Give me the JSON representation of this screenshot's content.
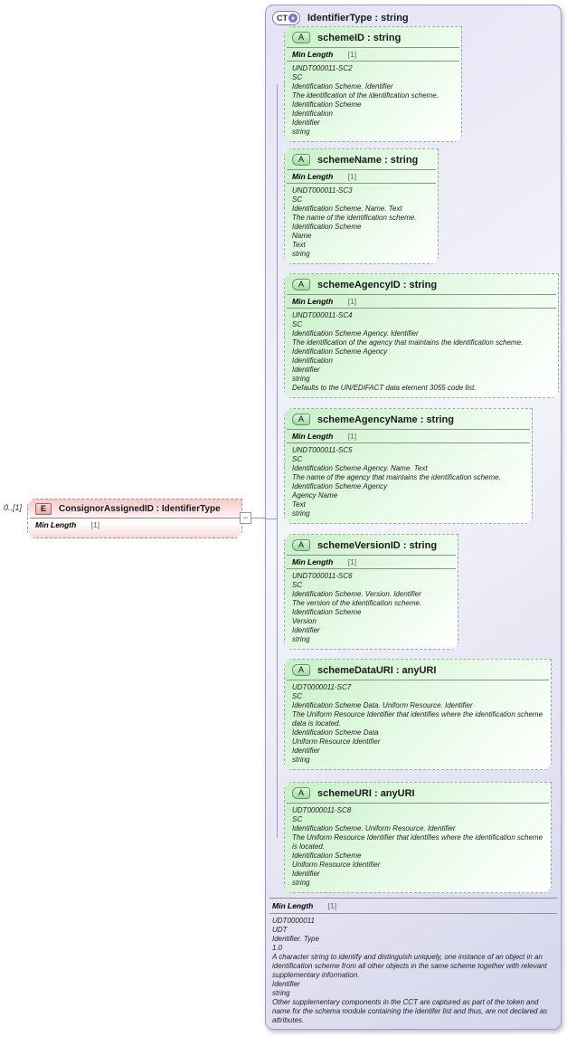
{
  "element": {
    "badge": "E",
    "title": "ConsignorAssignedID : IdentifierType",
    "cardinality": "0..[1]",
    "facet": {
      "name": "Min Length",
      "value": "[1]"
    },
    "collapse_icon": "−"
  },
  "complex_type": {
    "badge": "CT",
    "plus_icon": "+",
    "title": "IdentifierType : string",
    "attributes": [
      {
        "badge": "A",
        "title": "schemeID : string",
        "facet": {
          "name": "Min Length",
          "value": "[1]"
        },
        "annotation": [
          "UNDT000011-SC2",
          "SC",
          "Identification Scheme. Identifier",
          "The identification of the identification scheme.",
          "Identification Scheme",
          "Identification",
          "Identifier",
          "string"
        ]
      },
      {
        "badge": "A",
        "title": "schemeName : string",
        "facet": {
          "name": "Min Length",
          "value": "[1]"
        },
        "annotation": [
          "UNDT000011-SC3",
          "SC",
          "Identification Scheme. Name. Text",
          "The name of the identification scheme.",
          "Identification Scheme",
          "Name",
          "Text",
          "string"
        ]
      },
      {
        "badge": "A",
        "title": "schemeAgencyID : string",
        "facet": {
          "name": "Min Length",
          "value": "[1]"
        },
        "annotation": [
          "UNDT000011-SC4",
          "SC",
          "Identification Scheme Agency. Identifier",
          "The identification of the agency that maintains the identification scheme.",
          "Identification Scheme Agency",
          "Identification",
          "Identifier",
          "string",
          "Defaults to the UN/EDIFACT data element 3055 code list."
        ]
      },
      {
        "badge": "A",
        "title": "schemeAgencyName : string",
        "facet": {
          "name": "Min Length",
          "value": "[1]"
        },
        "annotation": [
          "UNDT000011-SC5",
          "SC",
          "Identification Scheme Agency. Name. Text",
          "The name of the agency that maintains the identification scheme.",
          "Identification Scheme Agency",
          "Agency Name",
          "Text",
          "string"
        ]
      },
      {
        "badge": "A",
        "title": "schemeVersionID : string",
        "facet": {
          "name": "Min Length",
          "value": "[1]"
        },
        "annotation": [
          "UNDT000011-SC6",
          "SC",
          "Identification Scheme. Version. Identifier",
          "The version of the identification scheme.",
          "Identification Scheme",
          "Version",
          "Identifier",
          "string"
        ]
      },
      {
        "badge": "A",
        "title": "schemeDataURI : anyURI",
        "facet": null,
        "annotation": [
          "UDT0000011-SC7",
          "SC",
          "Identification Scheme Data. Uniform Resource. Identifier",
          "The Uniform Resource Identifier that identifies where the identification scheme data is located.",
          "Identification Scheme Data",
          "Uniform Resource Identifier",
          "Identifier",
          "string"
        ]
      },
      {
        "badge": "A",
        "title": "schemeURI : anyURI",
        "facet": null,
        "annotation": [
          "UDT0000011-SC8",
          "SC",
          "Identification Scheme. Uniform Resource. Identifier",
          "The Uniform Resource Identifier that identifies where the identification scheme is located.",
          "Identification Scheme",
          "Uniform Resource Identifier",
          "Identifier",
          "string"
        ]
      }
    ],
    "facet": {
      "name": "Min Length",
      "value": "[1]"
    },
    "annotation": [
      "UDT0000011",
      "UDT",
      "Identifier. Type",
      "1.0",
      "A character string to identify and distinguish uniquely, one instance of an object in an identification scheme from all other objects in the same scheme together with relevant supplementary information.",
      "Identifier",
      "string",
      "Other supplementary components in the CCT are captured as part of the token and name for the schema module containing the identifer list and thus, are not declared as attributes."
    ]
  },
  "colors": {
    "attribute_green": "#c7f1c7",
    "type_lavender": "#dddcf2",
    "element_pink": "#f7c9c9",
    "connector_gray": "#9a9ab8"
  }
}
